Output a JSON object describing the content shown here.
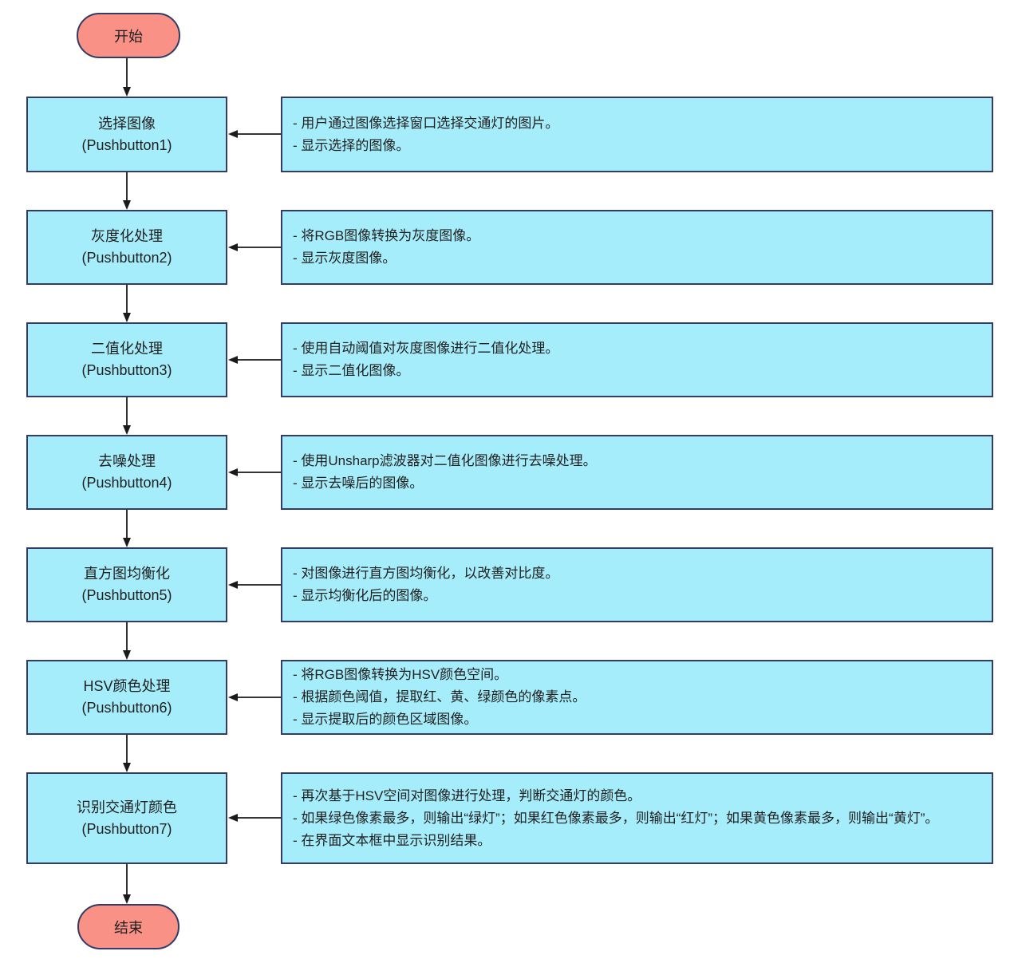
{
  "flowchart": {
    "start_label": "开始",
    "end_label": "结束",
    "colors": {
      "terminal_fill": "#FA9186",
      "process_fill": "#A6EDFB",
      "border": "#323C64",
      "arrow": "#1A1A1A"
    },
    "steps": [
      {
        "title": "选择图像",
        "subtitle": "(Pushbutton1)",
        "notes": [
          "- 用户通过图像选择窗口选择交通灯的图片。",
          "- 显示选择的图像。"
        ]
      },
      {
        "title": "灰度化处理",
        "subtitle": "(Pushbutton2)",
        "notes": [
          "- 将RGB图像转换为灰度图像。",
          "- 显示灰度图像。"
        ]
      },
      {
        "title": "二值化处理",
        "subtitle": "(Pushbutton3)",
        "notes": [
          "- 使用自动阈值对灰度图像进行二值化处理。",
          "- 显示二值化图像。"
        ]
      },
      {
        "title": "去噪处理",
        "subtitle": "(Pushbutton4)",
        "notes": [
          "- 使用Unsharp滤波器对二值化图像进行去噪处理。",
          "- 显示去噪后的图像。"
        ]
      },
      {
        "title": "直方图均衡化",
        "subtitle": "(Pushbutton5)",
        "notes": [
          "- 对图像进行直方图均衡化，以改善对比度。",
          "- 显示均衡化后的图像。"
        ]
      },
      {
        "title": "HSV颜色处理",
        "subtitle": "(Pushbutton6)",
        "notes": [
          "- 将RGB图像转换为HSV颜色空间。",
          "- 根据颜色阈值，提取红、黄、绿颜色的像素点。",
          "- 显示提取后的颜色区域图像。"
        ]
      },
      {
        "title": "识别交通灯颜色",
        "subtitle": "(Pushbutton7)",
        "notes": [
          "- 再次基于HSV空间对图像进行处理，判断交通灯的颜色。",
          "- 如果绿色像素最多，则输出“绿灯”；如果红色像素最多，则输出“红灯”；如果黄色像素最多，则输出“黄灯”。",
          "- 在界面文本框中显示识别结果。"
        ]
      }
    ]
  }
}
